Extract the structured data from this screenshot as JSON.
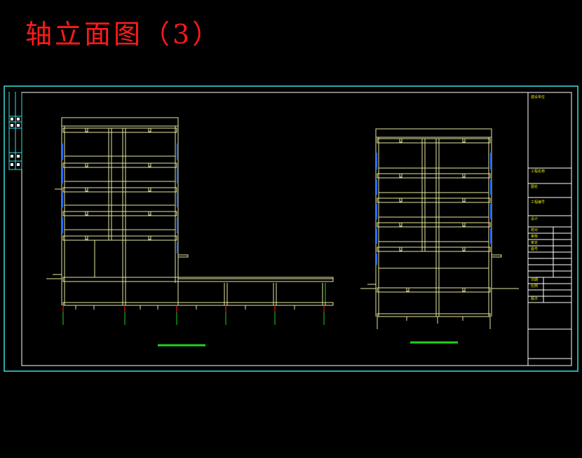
{
  "title": "轴立面图（3）",
  "colors": {
    "frame": "#36e0e0",
    "sheet_border": "#ffffff",
    "structure": "#e6e6a0",
    "wall": "#e6e6a0",
    "accent_blue": "#2a6bff",
    "ground_green": "#22d022",
    "grid_red": "#ff2020",
    "title": "#ff1a1a",
    "titleblock_text": "#e6e600"
  },
  "title_block": {
    "rows": [
      "建设单位",
      "工程名称",
      "图名",
      "工程编号",
      "设计",
      "校对",
      "审核",
      "审定",
      "图号",
      "日期",
      "比例",
      "版次"
    ]
  }
}
